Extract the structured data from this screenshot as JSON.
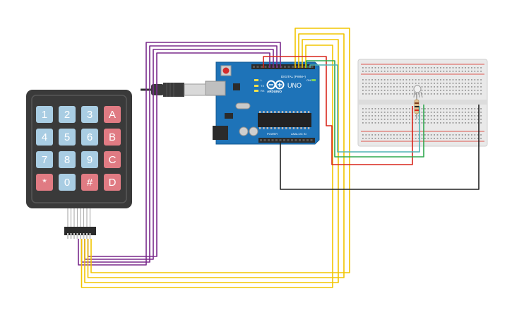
{
  "keypad": {
    "keys": [
      {
        "label": "1",
        "kind": "num"
      },
      {
        "label": "2",
        "kind": "num"
      },
      {
        "label": "3",
        "kind": "num"
      },
      {
        "label": "A",
        "kind": "letter"
      },
      {
        "label": "4",
        "kind": "num"
      },
      {
        "label": "5",
        "kind": "num"
      },
      {
        "label": "6",
        "kind": "num"
      },
      {
        "label": "B",
        "kind": "letter"
      },
      {
        "label": "7",
        "kind": "num"
      },
      {
        "label": "8",
        "kind": "num"
      },
      {
        "label": "9",
        "kind": "num"
      },
      {
        "label": "C",
        "kind": "letter"
      },
      {
        "label": "*",
        "kind": "letter"
      },
      {
        "label": "0",
        "kind": "num"
      },
      {
        "label": "#",
        "kind": "letter"
      },
      {
        "label": "D",
        "kind": "letter"
      }
    ],
    "colors": {
      "body": "#3a3a3a",
      "num_key": "#a9cde3",
      "letter_key": "#e07b83",
      "key_text": "#ffffff"
    }
  },
  "arduino": {
    "brand": "ARDUINO",
    "model": "UNO",
    "digital_label": "DIGITAL (PWM~)",
    "power_label": "POWER",
    "analog_label": "ANALOG IN",
    "on_label": "ON",
    "tx_label": "TX",
    "rx_label": "RX",
    "l_label": "L",
    "board_color": "#1e73b8"
  },
  "wire_colors": {
    "purple": "#7a2a8c",
    "yellow": "#f2c500",
    "red": "#d9261c",
    "green": "#2fa84f",
    "teal": "#4fb3b3",
    "black": "#222222"
  }
}
